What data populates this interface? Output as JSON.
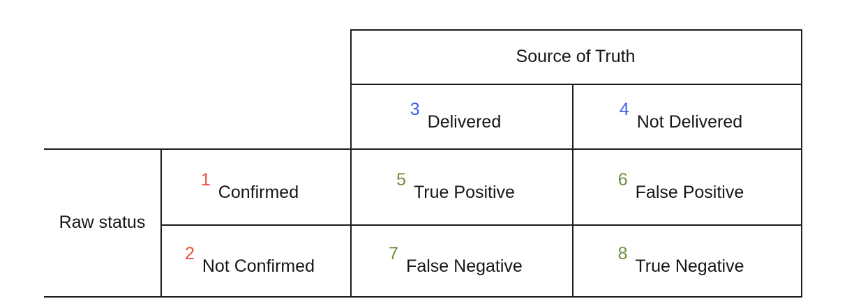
{
  "diagram": {
    "column_group_header": "Source of Truth",
    "row_group_header": "Raw status",
    "column_headers": [
      {
        "num": "3",
        "label": "Delivered"
      },
      {
        "num": "4",
        "label": "Not Delivered"
      }
    ],
    "row_headers": [
      {
        "num": "1",
        "label": "Confirmed"
      },
      {
        "num": "2",
        "label": "Not Confirmed"
      }
    ],
    "cells": {
      "r0c0": {
        "num": "5",
        "label": "True Positive"
      },
      "r0c1": {
        "num": "6",
        "label": "False Positive"
      },
      "r1c0": {
        "num": "7",
        "label": "False Negative"
      },
      "r1c1": {
        "num": "8",
        "label": "True Negative"
      }
    },
    "colors": {
      "row_number": "#e8503c",
      "column_number": "#3e5fe8",
      "cell_number": "#6f8f3f",
      "border": "#1c1c1c",
      "text": "#161616",
      "background": "#ffffff"
    }
  }
}
